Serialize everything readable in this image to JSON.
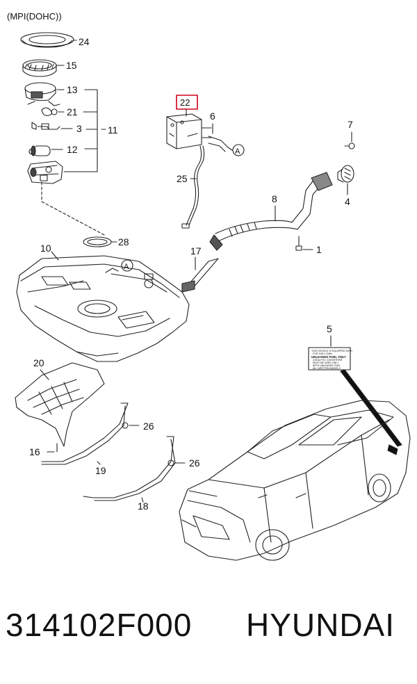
{
  "diagram": {
    "engine_label": "(MPI(DOHC))",
    "highlighted_part": "22",
    "callouts": {
      "c24": "24",
      "c15": "15",
      "c13": "13",
      "c21": "21",
      "c3": "3",
      "c11": "11",
      "c12": "12",
      "c22": "22",
      "c6": "6",
      "cA1": "A",
      "c25": "25",
      "c7": "7",
      "c4": "4",
      "c8": "8",
      "c1": "1",
      "c28": "28",
      "c10": "10",
      "c17": "17",
      "cA2": "A",
      "c5": "5",
      "c20": "20",
      "c26a": "26",
      "c16": "16",
      "c19": "19",
      "c26b": "26",
      "c18": "18"
    },
    "label_plate_text": [
      "THIS VEHICLE IS EQUIPPED WITH",
      "FOR FUEL TANK",
      "UNLEADED FUEL ONLY",
      "CATALYTIC CONVERTER",
      "MUST BE USED ONLY",
      "WITH UNLEADED FUEL",
      "ALL WRITTEN MODELS"
    ],
    "highlight_color": "#d0021b",
    "line_color": "#222222"
  },
  "footer": {
    "part_number": "314102F000",
    "brand": "HYUNDAI"
  }
}
